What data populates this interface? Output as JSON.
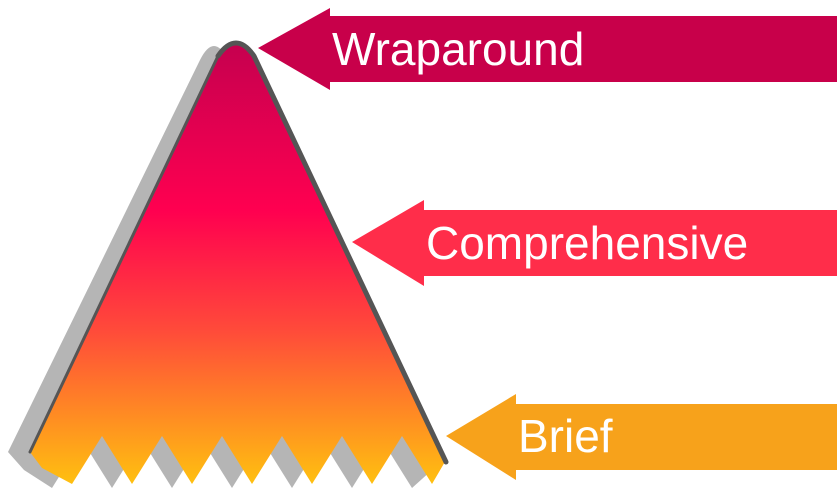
{
  "arrows": [
    {
      "label": "Wraparound",
      "color": "#c8004a"
    },
    {
      "label": "Comprehensive",
      "color": "#ff2d4a"
    },
    {
      "label": "Brief",
      "color": "#f7a21b"
    }
  ],
  "triangle_gradient": {
    "top": "#c5004f",
    "mid_upper": "#ff0050",
    "mid": "#ff4a3a",
    "bottom": "#ffc010"
  },
  "shadow_color": "#b5b5b5",
  "outline_color": "#555555"
}
